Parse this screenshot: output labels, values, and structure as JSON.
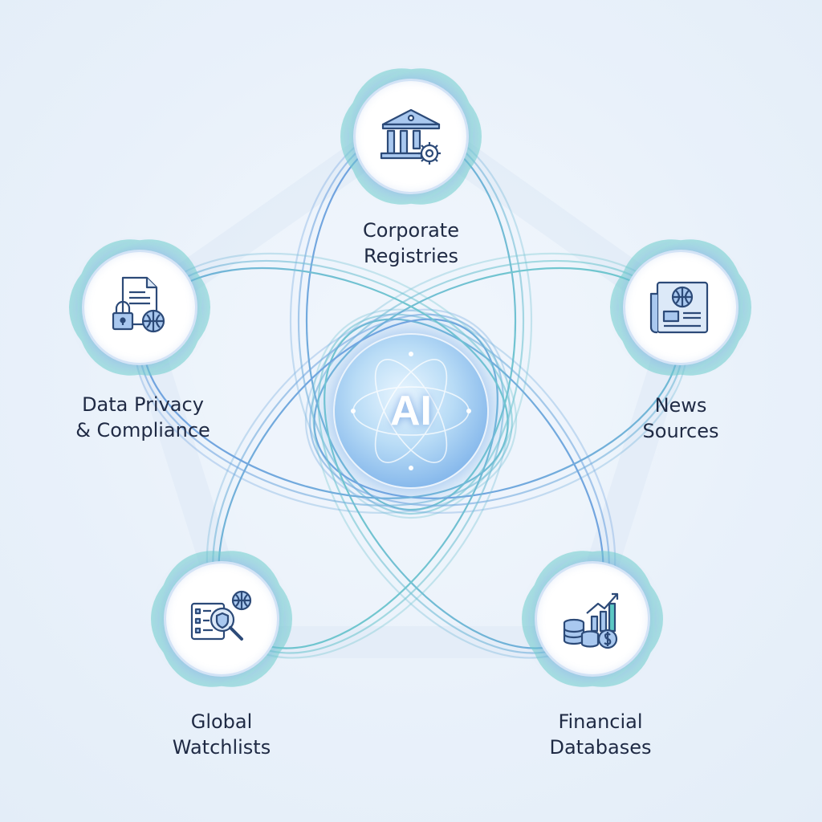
{
  "hub": {
    "label": "AI"
  },
  "nodes": [
    {
      "id": "corporate",
      "label_line1": "Corporate",
      "label_line2": "Registries",
      "icon": "bank-gear-icon"
    },
    {
      "id": "news",
      "label_line1": "News",
      "label_line2": "Sources",
      "icon": "newspaper-globe-icon"
    },
    {
      "id": "financial",
      "label_line1": "Financial",
      "label_line2": "Databases",
      "icon": "coins-growth-chart-icon"
    },
    {
      "id": "watchlists",
      "label_line1": "Global",
      "label_line2": "Watchlists",
      "icon": "list-magnifier-shield-globe-icon"
    },
    {
      "id": "privacy",
      "label_line1": "Data Privacy",
      "label_line2": "& Compliance",
      "icon": "document-lock-globe-icon"
    }
  ],
  "colors": {
    "background": "#e9f1fa",
    "orbit_blue": "#5d8fdf",
    "orbit_teal": "#5cc8c4",
    "icon_stroke": "#2c4a78",
    "icon_fill": "#a9c8ef",
    "text": "#1f2a44"
  }
}
